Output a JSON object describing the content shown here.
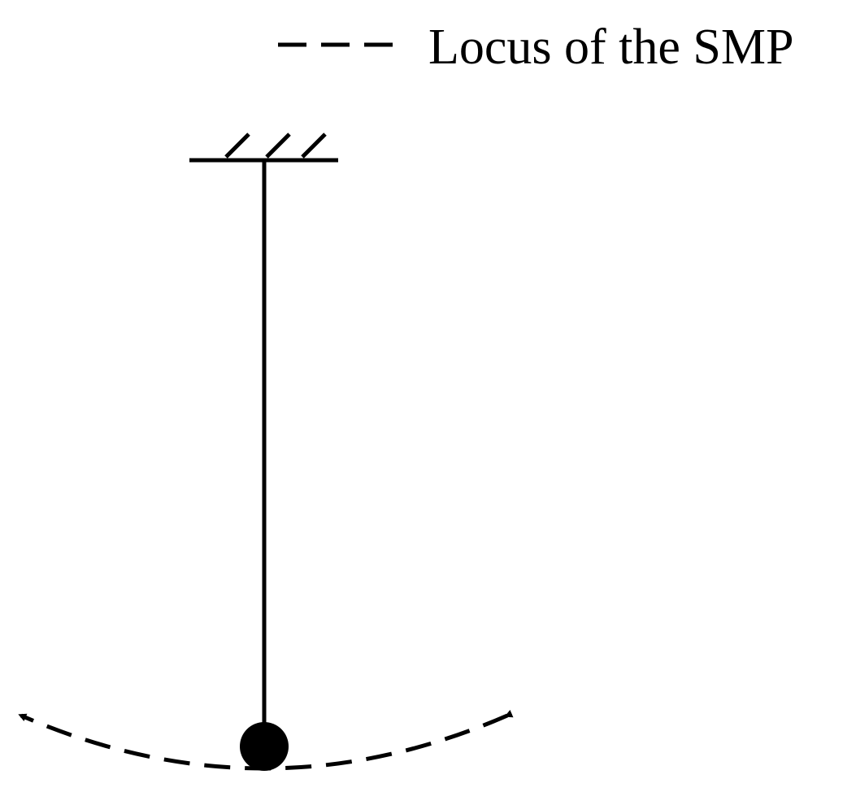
{
  "diagram": {
    "legend": {
      "label": "Locus of the SMP",
      "line_style": "dashed"
    },
    "elements": {
      "support": "fixed-support-hatched",
      "rod": "pendulum-rod",
      "mass": "pendulum-bob",
      "locus": "dashed-arc-with-arrows"
    },
    "colors": {
      "stroke": "#000000",
      "background": "#ffffff"
    }
  }
}
